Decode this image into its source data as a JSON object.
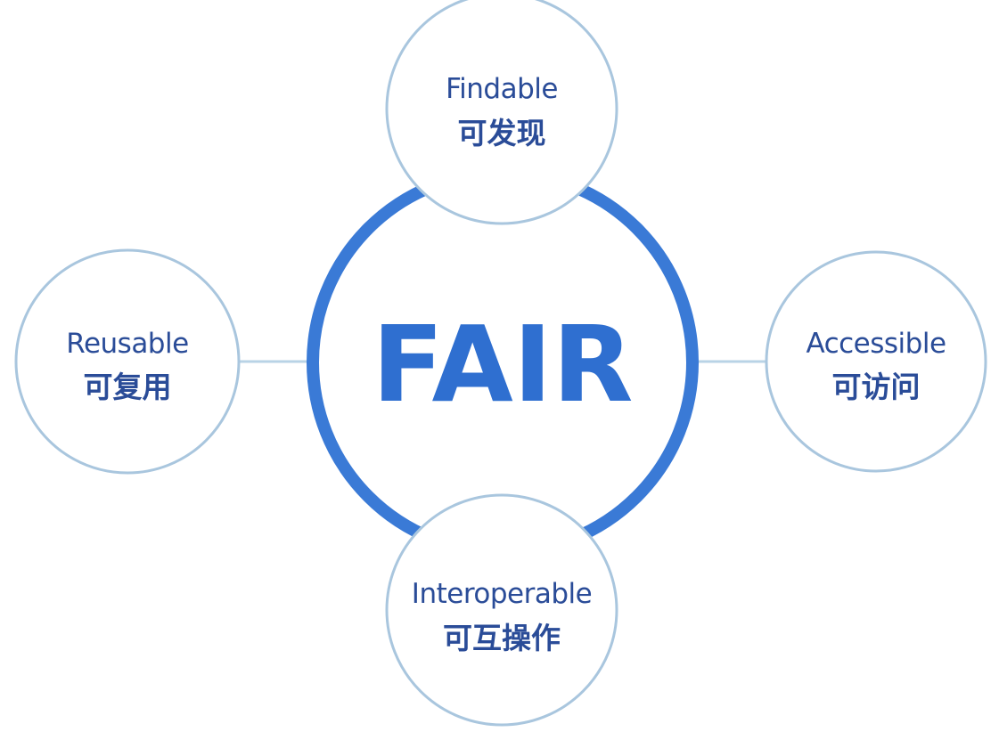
{
  "diagram": {
    "center": {
      "label": "FAIR"
    },
    "nodes": {
      "findable": {
        "title": "Findable",
        "subtitle": "可发现"
      },
      "accessible": {
        "title": "Accessible",
        "subtitle": "可访问"
      },
      "interoperable": {
        "title": "Interoperable",
        "subtitle": "可互操作"
      },
      "reusable": {
        "title": "Reusable",
        "subtitle": "可复用"
      }
    },
    "colors": {
      "ring": "#3a7ad6",
      "center_text": "#2f6fd0",
      "node_text": "#2a4c98",
      "node_border": "#a9c6de",
      "connector": "#b9d3e6",
      "node_fill": "#ffffff"
    }
  }
}
